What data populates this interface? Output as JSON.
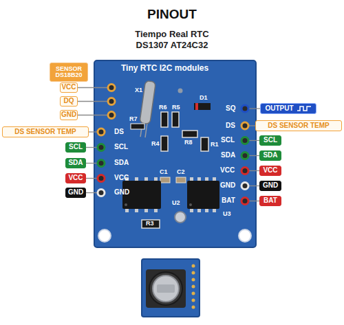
{
  "diagram": {
    "title": "PINOUT",
    "nodes": [
      {
        "text": [
          "SENSOR DS18B20"
        ]
      },
      {
        "text": [
          "VCC"
        ]
      },
      {
        "text": [
          "DQ"
        ]
      },
      {
        "text": [
          "GND"
        ]
      },
      {
        "text": [
          "DS SENSOR TEMP"
        ]
      },
      {
        "text": [
          "SCL"
        ]
      },
      {
        "text": [
          "SDA"
        ]
      },
      {
        "text": [
          "VCC"
        ]
      },
      {
        "text": [
          "GND"
        ]
      },
      {
        "text": [
          "OUTPUT"
        ]
      },
      {
        "text": [
          "DS SENSOR TEMP"
        ]
      },
      {
        "text": [
          "SCL"
        ]
      },
      {
        "text": [
          "SDA"
        ]
      },
      {
        "text": [
          "VCC"
        ]
      },
      {
        "text": [
          "GND"
        ]
      },
      {
        "text": [
          "BAT"
        ]
      }
    ],
    "edges": [],
    "labels": [
      "Tiempo Real RTC DS1307 AT24C32",
      "Tiny RTC I2C modules",
      "X1",
      "DS",
      "R7",
      "SCL",
      "SDA",
      "VCC",
      "GND",
      "SQ",
      "DS",
      "SCL",
      "SDA",
      "VCC",
      "GND",
      "BAT",
      "D1",
      "R6",
      "R5",
      "R8",
      "R1",
      "R4",
      "C1",
      "C2",
      "U2",
      "R3",
      "U3"
    ]
  }
}
